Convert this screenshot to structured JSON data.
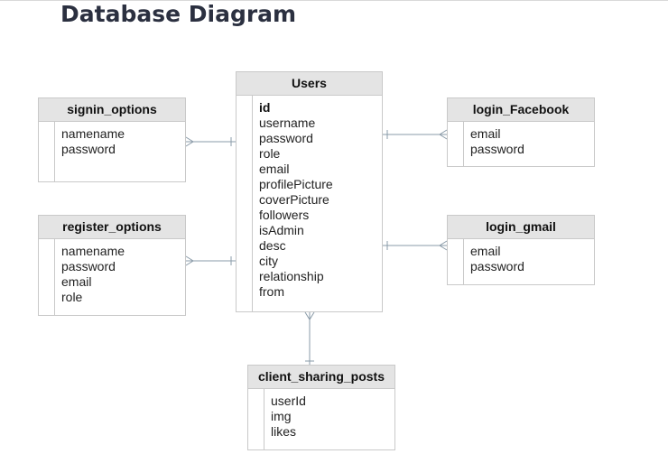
{
  "page": {
    "title": "Database Diagram"
  },
  "entities": {
    "users": {
      "name": "Users",
      "fields": [
        "id",
        "username",
        "password",
        "role",
        "email",
        "profilePicture",
        "coverPicture",
        "followers",
        "isAdmin",
        "desc",
        "city",
        "relationship",
        "from"
      ]
    },
    "signin_options": {
      "name": "signin_options",
      "fields": [
        "namename",
        "password"
      ]
    },
    "register_options": {
      "name": "register_options",
      "fields": [
        "namename",
        "password",
        "email",
        "role"
      ]
    },
    "login_facebook": {
      "name": "login_Facebook",
      "fields": [
        "email",
        "password"
      ]
    },
    "login_gmail": {
      "name": "login_gmail",
      "fields": [
        "email",
        "password"
      ]
    },
    "client_sharing_posts": {
      "name": "client_sharing_posts",
      "fields": [
        "userId",
        "img",
        "likes"
      ]
    }
  },
  "relationships": [
    {
      "from": "signin_options",
      "to": "users",
      "from_end": "many",
      "to_end": "one"
    },
    {
      "from": "register_options",
      "to": "users",
      "from_end": "many",
      "to_end": "one"
    },
    {
      "from": "login_facebook",
      "to": "users",
      "from_end": "many",
      "to_end": "one"
    },
    {
      "from": "login_gmail",
      "to": "users",
      "from_end": "many",
      "to_end": "one"
    },
    {
      "from": "users",
      "to": "client_sharing_posts",
      "from_end": "many",
      "to_end": "one"
    }
  ],
  "colors": {
    "header_bg": "#e4e4e4",
    "border": "#c9c9c9",
    "connector": "#8a9ba8",
    "title": "#2b3040"
  }
}
